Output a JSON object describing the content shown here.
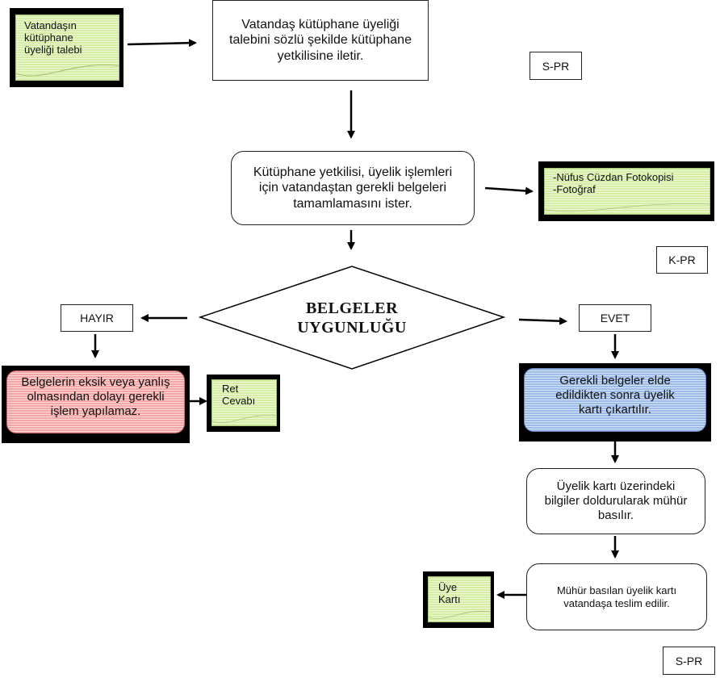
{
  "diagram": {
    "inputs": {
      "request_doc": "Vatandaşın kütüphane üyeliği talebi",
      "documents_doc": "-Nüfus Cüzdan Fotokopisi\n-Fotoğraf",
      "rejection_doc": "Ret Cevabı",
      "card_doc": "Üye Kartı"
    },
    "steps": {
      "step1": "Vatandaş kütüphane üyeliği talebini sözlü şekilde kütüphane yetkilisine iletir.",
      "step2": "Kütüphane yetkilisi, üyelik işlemleri için vatandaştan gerekli belgeleri tamamlamasını ister.",
      "decision": "BELGELER UYGUNLUĞU",
      "no_label": "HAYIR",
      "yes_label": "EVET",
      "no_result": "Belgelerin eksik veya yanlış olmasından dolayı gerekli işlem yapılamaz.",
      "yes_result": "Gerekli belgeler elde edildikten sonra üyelik kartı çıkartılır.",
      "step_fill": "Üyelik kartı üzerindeki bilgiler doldurularak mühür basılır.",
      "step_deliver": "Mühür basılan üyelik kartı vatandaşa teslim edilir."
    },
    "tags": {
      "tag1": "S-PR",
      "tag2": "K-PR",
      "tag3": "S-PR"
    },
    "colors": {
      "doc_green": "#d5eda5",
      "reject_red": "#f2a6a6",
      "approve_blue": "#9dbbe8"
    }
  }
}
